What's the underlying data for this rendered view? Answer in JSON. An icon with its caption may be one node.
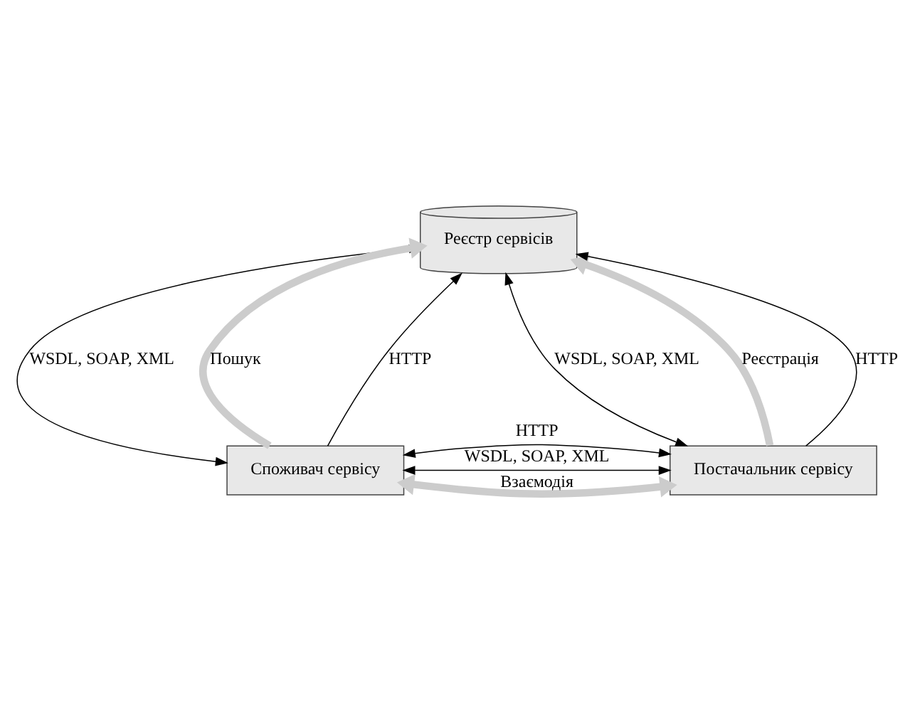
{
  "diagram": {
    "nodes": [
      {
        "text": [
          "Реєстр сервісів"
        ]
      },
      {
        "text": [
          "Споживач сервісу"
        ]
      },
      {
        "text": [
          "Постачальник сервісу"
        ]
      }
    ],
    "edges": [
      {
        "from": 1,
        "to": 0,
        "arrow": "to",
        "label": "Пошук",
        "style": "thick",
        "color": "#cccccc"
      },
      {
        "from": 2,
        "to": 0,
        "arrow": "to",
        "label": "Реєстрація",
        "style": "thick",
        "color": "#cccccc"
      },
      {
        "from": 1,
        "to": 2,
        "arrow": "both",
        "label": "Взаємодія",
        "style": "thick",
        "color": "#cccccc"
      },
      {
        "from": 0,
        "to": 1,
        "arrow": "both",
        "label": "WSDL, SOAP, XML"
      },
      {
        "from": 1,
        "to": 0,
        "arrow": "to",
        "label": "HTTP"
      },
      {
        "from": 2,
        "to": 0,
        "arrow": "to",
        "label": "HTTP"
      },
      {
        "from": 0,
        "to": 2,
        "arrow": "both",
        "label": "WSDL, SOAP, XML"
      },
      {
        "from": 1,
        "to": 2,
        "arrow": "both",
        "label": "WSDL, SOAP, XML"
      },
      {
        "from": 1,
        "to": 2,
        "arrow": "both",
        "label": "HTTP"
      }
    ]
  }
}
